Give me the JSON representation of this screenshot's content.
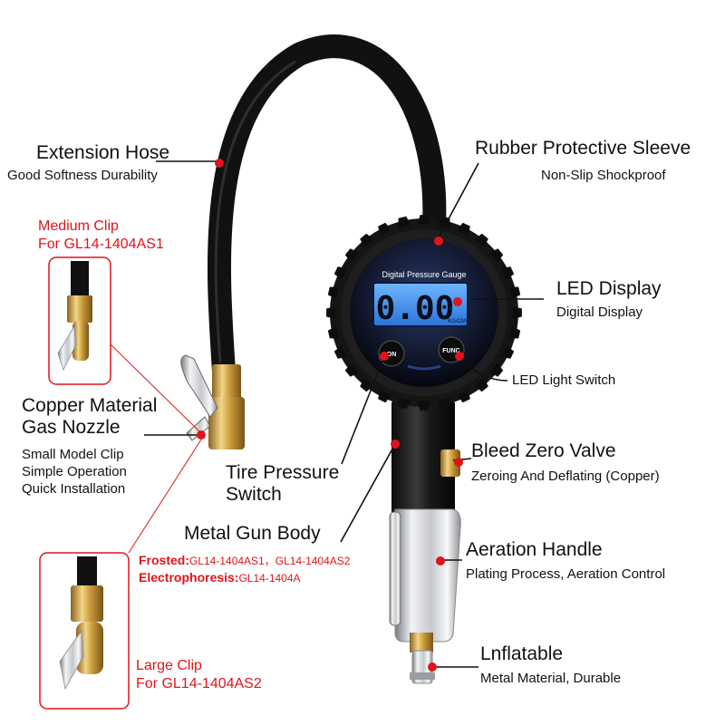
{
  "labels": {
    "extension_hose": {
      "title": "Extension Hose",
      "desc": "Good Softness Durability"
    },
    "rubber_sleeve": {
      "title": "Rubber Protective Sleeve",
      "desc": "Non-Slip Shockproof"
    },
    "medium_clip": {
      "line1": "Medium Clip",
      "line2": "For GL14-1404AS1"
    },
    "led_display": {
      "title": "LED Display",
      "desc": "Digital Display"
    },
    "led_light_switch": {
      "desc": "LED Light Switch"
    },
    "copper_nozzle": {
      "line1": "Copper Material",
      "line2": "Gas Nozzle",
      "desc1": "Small Model Clip",
      "desc2": "Simple Operation",
      "desc3": "Quick Installation"
    },
    "bleed_valve": {
      "title": "Bleed Zero Valve",
      "desc": "Zeroing And Deflating (Copper)"
    },
    "tire_pressure_switch": {
      "line1": "Tire Pressure",
      "line2": "Switch"
    },
    "metal_gun_body": {
      "title": "Metal Gun Body"
    },
    "frosted": {
      "label": "Frosted:",
      "models": "GL14-1404AS1，GL14-1404AS2"
    },
    "electrophoresis": {
      "label": "Electrophoresis:",
      "models": "GL14-1404A"
    },
    "aeration_handle": {
      "title": "Aeration Handle",
      "desc": "Plating Process, Aeration Control"
    },
    "large_clip": {
      "line1": "Large Clip",
      "line2": "For GL14-1404AS2"
    },
    "inflatable": {
      "title": "Lnflatable",
      "desc": "Metal Material, Durable"
    }
  },
  "gauge": {
    "header": "Digital Pressure Gauge",
    "reading": "0.00",
    "unit": "KG/CM²",
    "on_button": "ON",
    "func_button": "FUNC"
  },
  "colors": {
    "accent_red": "#e0141a",
    "hose_black": "#111111",
    "lcd_blue": "#3a8fe8",
    "brass": "#c9a24a"
  }
}
